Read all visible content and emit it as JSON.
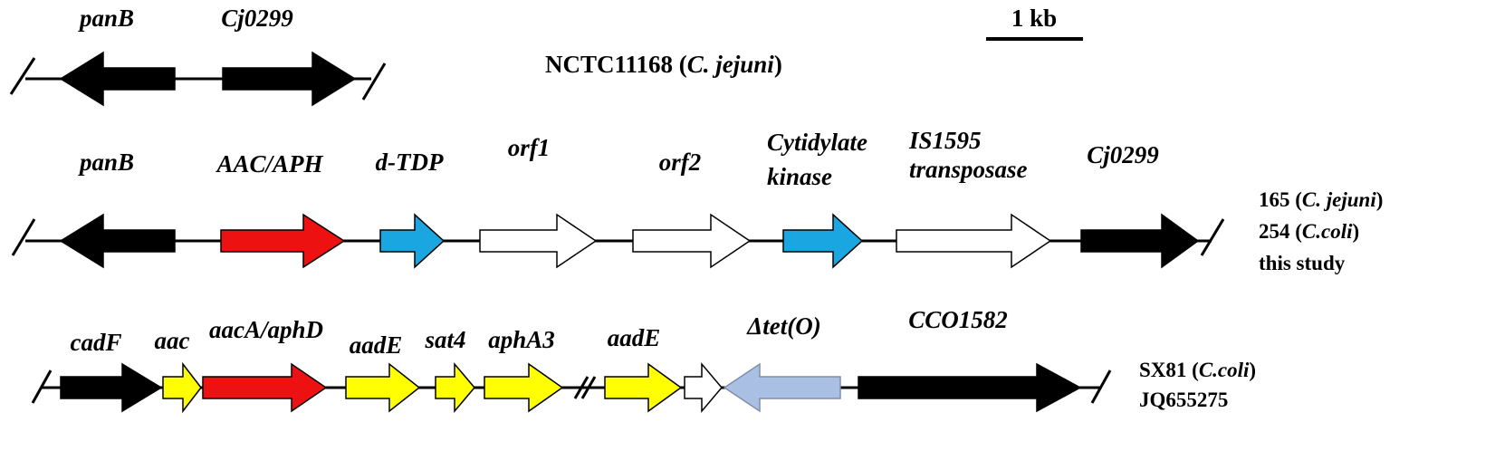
{
  "scale_bar": {
    "label": "1 kb"
  },
  "colors": {
    "black_gene": "#000000",
    "red_gene": "#ee1111",
    "blue_gene": "#1aa6e0",
    "white_gene": "#ffffff",
    "yellow_gene": "#ffff00",
    "lightblue_gene": "#a9bfe3"
  },
  "tracks": [
    {
      "id": "nctc11168",
      "title": {
        "prefix": "NCTC11168 (",
        "species": "C. jejuni",
        "suffix": ")"
      },
      "genes": [
        {
          "label": "panB",
          "direction": "left",
          "color": "black"
        },
        {
          "label": "Cj0299",
          "direction": "right",
          "color": "black"
        }
      ]
    },
    {
      "id": "this-study",
      "strain_lines": [
        {
          "prefix": "165 (",
          "species": "C. jejuni",
          "suffix": ")"
        },
        {
          "prefix": "254 (",
          "species": "C.coli",
          "suffix": ")"
        },
        {
          "prefix": "this study",
          "species": "",
          "suffix": ""
        }
      ],
      "genes": [
        {
          "label": "panB",
          "direction": "left",
          "color": "black"
        },
        {
          "label": "AAC/APH",
          "direction": "right",
          "color": "red"
        },
        {
          "label": "d-TDP",
          "direction": "right",
          "color": "blue"
        },
        {
          "label": "orf1",
          "direction": "right",
          "color": "white"
        },
        {
          "label": "orf2",
          "direction": "right",
          "color": "white"
        },
        {
          "label": "Cytidylate kinase",
          "direction": "right",
          "color": "blue"
        },
        {
          "label": "IS1595 transposase",
          "direction": "right",
          "color": "white"
        },
        {
          "label": "Cj0299",
          "direction": "right",
          "color": "black"
        }
      ]
    },
    {
      "id": "sx81",
      "strain_lines": [
        {
          "prefix": "SX81 (",
          "species": "C.coli",
          "suffix": ")"
        },
        {
          "prefix": "JQ655275",
          "species": "",
          "suffix": ""
        }
      ],
      "genes": [
        {
          "label": "cadF",
          "direction": "right",
          "color": "black"
        },
        {
          "label": "aac",
          "direction": "right",
          "color": "yellow"
        },
        {
          "label": "aacA/aphD",
          "direction": "right",
          "color": "red"
        },
        {
          "label": "aadE",
          "direction": "right",
          "color": "yellow"
        },
        {
          "label": "sat4",
          "direction": "right",
          "color": "yellow"
        },
        {
          "label": "aphA3",
          "direction": "right",
          "color": "yellow"
        },
        {
          "label": "aadE",
          "direction": "right",
          "color": "yellow"
        },
        {
          "label": "",
          "direction": "right",
          "color": "white"
        },
        {
          "label": "Δtet(O)",
          "direction": "left",
          "color": "lightblue"
        },
        {
          "label": "CCO1582",
          "direction": "right",
          "color": "black"
        }
      ]
    }
  ]
}
